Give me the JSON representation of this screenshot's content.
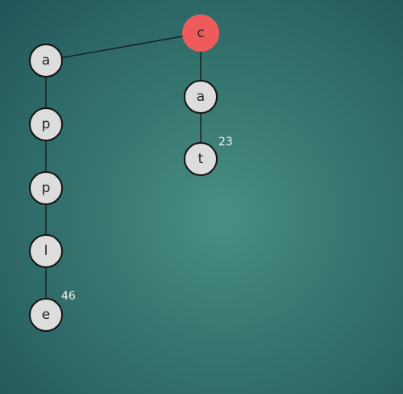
{
  "colors": {
    "node_fill": "#dddddd",
    "node_border": "#111111",
    "active_node_fill": "#ef5b5b",
    "edge": "#111111"
  },
  "trie": {
    "root": {
      "id": "c",
      "label": "c",
      "active": true,
      "children": [
        {
          "id": "a1",
          "label": "a",
          "children": [
            {
              "id": "p1",
              "label": "p",
              "children": [
                {
                  "id": "p2",
                  "label": "p",
                  "children": [
                    {
                      "id": "l",
                      "label": "l",
                      "children": [
                        {
                          "id": "e",
                          "label": "e",
                          "value": "46",
                          "children": []
                        }
                      ]
                    }
                  ]
                }
              ]
            }
          ]
        },
        {
          "id": "a2",
          "label": "a",
          "children": [
            {
              "id": "t",
              "label": "t",
              "value": "23",
              "children": []
            }
          ]
        }
      ]
    }
  }
}
